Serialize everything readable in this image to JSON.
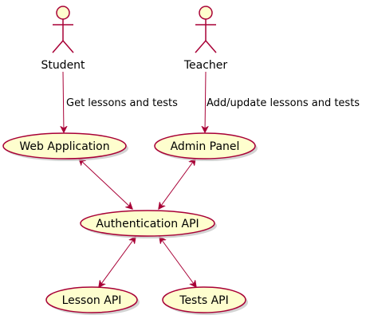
{
  "colors": {
    "stroke": "#A80036",
    "fill": "#FEFECE",
    "shadow": "#C8C8C8",
    "text": "#000000",
    "background": "#FFFFFF"
  },
  "actors": [
    {
      "id": "student",
      "label": "Student"
    },
    {
      "id": "teacher",
      "label": "Teacher"
    }
  ],
  "usecases": [
    {
      "id": "web_app",
      "label": "Web Application"
    },
    {
      "id": "admin_panel",
      "label": "Admin Panel"
    },
    {
      "id": "auth_api",
      "label": "Authentication API"
    },
    {
      "id": "lesson_api",
      "label": "Lesson API"
    },
    {
      "id": "tests_api",
      "label": "Tests API"
    }
  ],
  "relations": [
    {
      "id": "student_web",
      "from": "student",
      "to": "web_app",
      "label": "Get lessons and tests",
      "direction": "forward"
    },
    {
      "id": "teacher_admin",
      "from": "teacher",
      "to": "admin_panel",
      "label": "Add/update lessons and tests",
      "direction": "forward"
    },
    {
      "id": "web_auth",
      "from": "web_app",
      "to": "auth_api",
      "label": "",
      "direction": "both"
    },
    {
      "id": "admin_auth",
      "from": "admin_panel",
      "to": "auth_api",
      "label": "",
      "direction": "both"
    },
    {
      "id": "auth_lesson",
      "from": "auth_api",
      "to": "lesson_api",
      "label": "",
      "direction": "both"
    },
    {
      "id": "auth_tests",
      "from": "auth_api",
      "to": "tests_api",
      "label": "",
      "direction": "both"
    }
  ]
}
